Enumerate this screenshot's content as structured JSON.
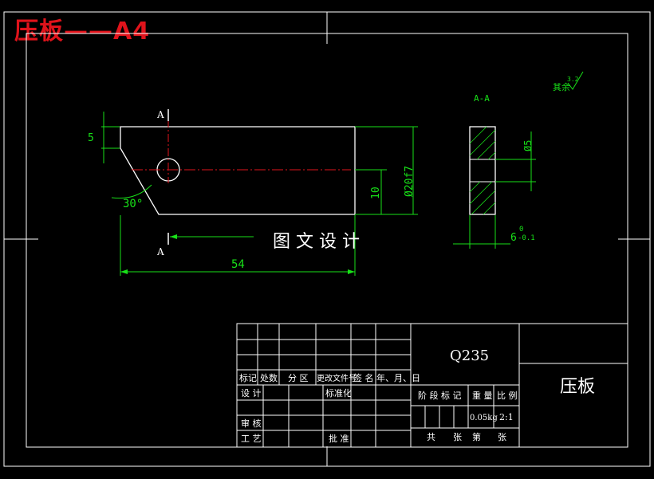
{
  "header_title": "压板——A4",
  "drawing": {
    "section_label_left_top": "A",
    "section_label_left_bottom": "A",
    "section_view_label": "A-A",
    "roughness_note_prefix": "其余",
    "roughness_value": "3.2",
    "watermark": "图 文 设 计",
    "dimensions": {
      "height_small": "5",
      "angle": "30°",
      "length": "54",
      "half_height": "10",
      "diameter": "Ø20f7",
      "hole_diameter": "Ø5",
      "thickness_main": "6",
      "thickness_tol_upper": "0",
      "thickness_tol_lower": "-0.1"
    }
  },
  "title_block": {
    "material": "Q235",
    "part_name": "压板",
    "revision_headers": [
      "标记",
      "处数",
      "分 区",
      "更改文件号",
      "签 名",
      "年、月、日"
    ],
    "row_design": "设 计",
    "row_standard": "标准化",
    "row_review": "审 核",
    "row_process": "工 艺",
    "row_approve": "批 准",
    "stage_mark": "阶 段 标 记",
    "weight_label": "重 量",
    "scale_label": "比 例",
    "weight_value": "0.05kg",
    "scale_value": "2:1",
    "sheet_total": "共",
    "sheet_unit_1": "张",
    "sheet_current": "第",
    "sheet_unit_2": "张"
  }
}
